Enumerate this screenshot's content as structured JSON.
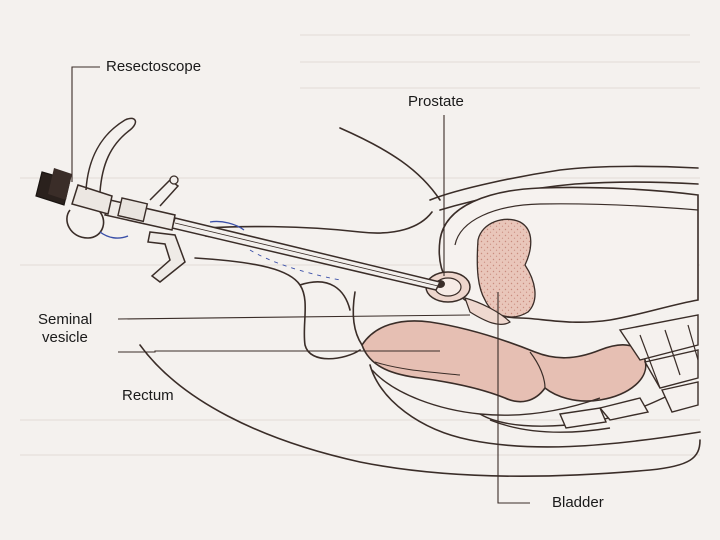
{
  "labels": {
    "resectoscope": "Resectoscope",
    "prostate": "Prostate",
    "seminal_vesicle_line1": "Seminal",
    "seminal_vesicle_line2": "vesicle",
    "rectum": "Rectum",
    "bladder": "Bladder"
  },
  "colors": {
    "paper": "#f4f1ee",
    "ink": "#3a2d28",
    "tissue_pink": "#e7c2b6",
    "stipple": "#c98c7e",
    "ink_blue": "#3a4fa8"
  }
}
